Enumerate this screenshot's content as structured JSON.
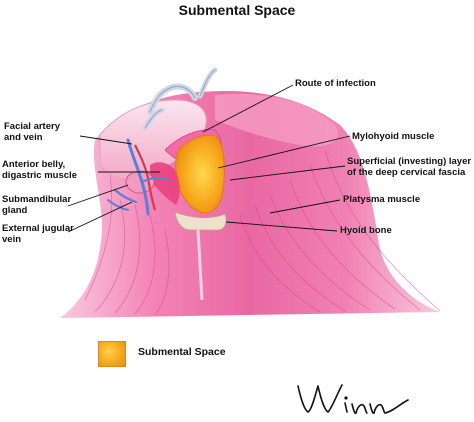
{
  "title": "Submental Space",
  "labels": {
    "route_of_infection": "Route of infection",
    "facial_artery_vein": [
      "Facial artery",
      "and vein"
    ],
    "mylohyoid_muscle": "Mylohyoid muscle",
    "anterior_belly": [
      "Anterior belly,",
      "digastric muscle"
    ],
    "superficial_layer": [
      "Superficial (investing) layer",
      "of the deep cervical fascia"
    ],
    "submandibular_gland": [
      "Submandibular",
      "gland"
    ],
    "platysma_muscle": "Platysma muscle",
    "external_jugular": [
      "External jugular",
      "vein"
    ],
    "hyoid_bone": "Hyoid bone"
  },
  "legend": {
    "label": "Submental Space",
    "color": "#f7a81c"
  },
  "signature": "Winn",
  "colors": {
    "muscle": "#f07ab0",
    "muscle_light": "#f8b6d2",
    "muscle_dark": "#d9427f",
    "space": "#f7a81c",
    "vein": "#5a7fd6",
    "artery": "#d63a4a",
    "nerve_tube": "#cfd6e6"
  }
}
